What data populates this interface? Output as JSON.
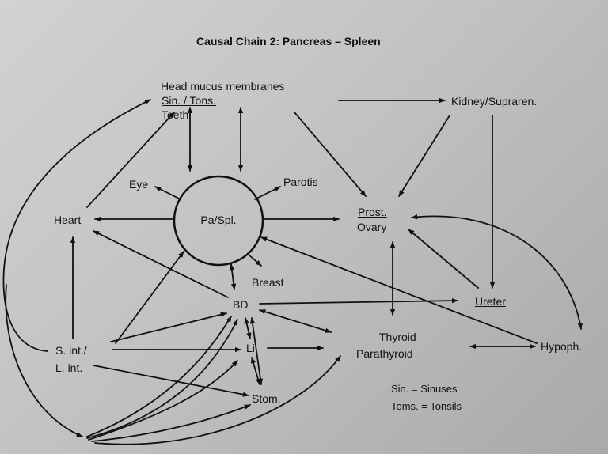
{
  "title": "Causal Chain 2: Pancreas – Spleen",
  "nodes": {
    "head_mucus": "Head mucus membranes",
    "sin_tons": "Sin. / Tons.",
    "teeth": "Teeth",
    "kidney": "Kidney/Supraren.",
    "eye": "Eye",
    "parotis": "Parotis",
    "center": "Pa/Spl.",
    "heart": "Heart",
    "prost": "Prost.",
    "ovary": "Ovary",
    "breast": "Breast",
    "bd": "BD",
    "ureter": "Ureter",
    "s_int": "S. int./",
    "l_int": "L. int.",
    "li": "Li",
    "thyroid": "Thyroid",
    "parathyroid": "Parathyroid",
    "hypoph": "Hypoph.",
    "stom": "Stom."
  },
  "legend": {
    "sinuses": "Sin. = Sinuses",
    "tonsils": "Toms. = Tonsils"
  }
}
